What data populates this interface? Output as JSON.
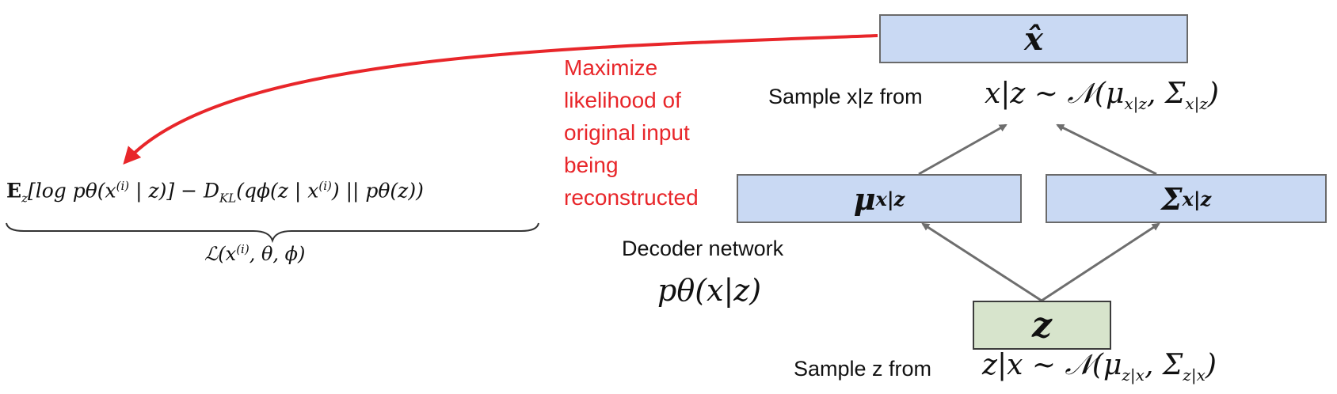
{
  "nodes": {
    "x_hat": "x̂",
    "mu": "μ",
    "mu_sub": "x|z",
    "sigma": "Σ",
    "sigma_sub": "x|z",
    "z": "z"
  },
  "labels": {
    "sample_x_given_z": "Sample x|z from",
    "sample_x_formula": "x|z ∼ 𝒩(μ",
    "sample_x_formula_sub1": "x|z",
    "sample_x_formula_mid": ", Σ",
    "sample_x_formula_sub2": "x|z",
    "sample_x_formula_end": ")",
    "decoder_network": "Decoder network",
    "decoder_formula": "pθ(x|z)",
    "sample_z": "Sample z from",
    "sample_z_formula": "z|x ∼ 𝒩(μ",
    "sample_z_formula_sub1": "z|x",
    "sample_z_formula_mid": ", Σ",
    "sample_z_formula_sub2": "z|x",
    "sample_z_formula_end": ")"
  },
  "annotation": {
    "lines": [
      "Maximize",
      "likelihood of",
      "original input",
      "being",
      "reconstructed"
    ]
  },
  "equation": {
    "expectation": "E",
    "expectation_sub": "z",
    "log_term": "[log pθ(x",
    "log_term_sup": "(i)",
    "log_term_end": " | z)]",
    "kl_term": " − D",
    "kl_sub": "KL",
    "kl_body": "(qϕ(z | x",
    "kl_sup": "(i)",
    "kl_end": ") || pθ(z))",
    "underbrace_label": "ℒ(x",
    "underbrace_sup": "(i)",
    "underbrace_end": ", θ, ϕ)"
  },
  "colors": {
    "blue_box": "#c9d9f3",
    "green_box": "#d7e4cc",
    "arrow_gray": "#6e6e6e",
    "annotation_red": "#e8262a"
  }
}
